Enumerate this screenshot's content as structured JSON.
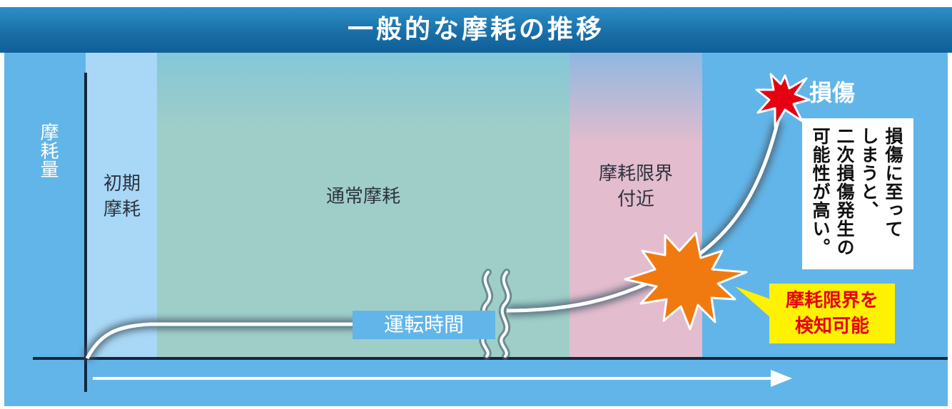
{
  "header": {
    "title": "一般的な摩耗の推移"
  },
  "axes": {
    "y_label": "摩耗量",
    "x_label": "運転時間"
  },
  "zones": {
    "initial": "初期\n摩耗",
    "normal": "通常摩耗",
    "limit": "摩耗限界\n付近"
  },
  "damage": {
    "title": "損傷",
    "note": "損傷に至って\nしまうと、\n二次損傷発生の\n可能性が高い。"
  },
  "detect": {
    "label": "摩耗限界を\n検知可能"
  },
  "colors": {
    "header_blue": "#1a6fa8",
    "panel_blue": "#62b5e8",
    "initial_zone": "#a8d8f6",
    "normal_zone": "#9fcec8",
    "limit_zone": "#e3bccd",
    "burst_orange": "#f07a10",
    "star_red": "#e60012",
    "callout_yellow": "#fff200"
  }
}
